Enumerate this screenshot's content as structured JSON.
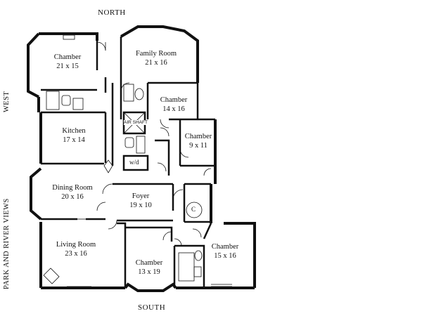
{
  "compass": {
    "north": "NORTH",
    "south": "SOUTH",
    "west": "WEST",
    "views": "PARK AND RIVER VIEWS"
  },
  "rooms": [
    {
      "key": "chamber_nw",
      "name": "Chamber",
      "size": "21 x 15"
    },
    {
      "key": "family_room",
      "name": "Family Room",
      "size": "21 x 16"
    },
    {
      "key": "chamber_center",
      "name": "Chamber",
      "size": "14 x 16"
    },
    {
      "key": "kitchen",
      "name": "Kitchen",
      "size": "17 x 14"
    },
    {
      "key": "chamber_small",
      "name": "Chamber",
      "size": "9 x 11"
    },
    {
      "key": "dining_room",
      "name": "Dining Room",
      "size": "20 x 16"
    },
    {
      "key": "foyer",
      "name": "Foyer",
      "size": "19 x 10"
    },
    {
      "key": "living_room",
      "name": "Living Room",
      "size": "23 x 16"
    },
    {
      "key": "chamber_south",
      "name": "Chamber",
      "size": "13 x 19"
    },
    {
      "key": "chamber_se",
      "name": "Chamber",
      "size": "15 x 16"
    }
  ],
  "labels": {
    "air_shaft": "AIR SHAFT",
    "washer_dryer": "w/d",
    "elevator": "C"
  }
}
